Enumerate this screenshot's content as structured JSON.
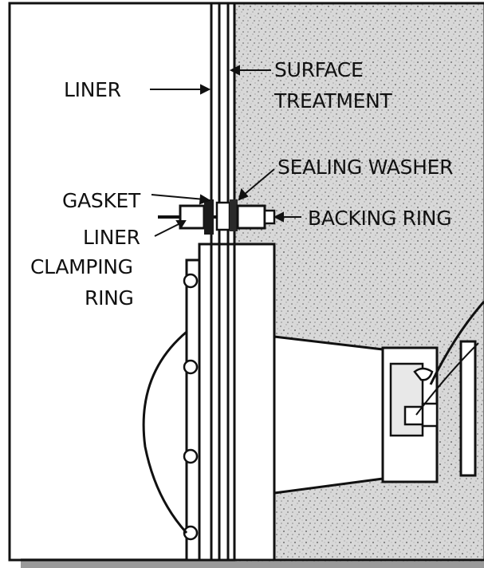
{
  "diagram": {
    "labels": {
      "liner": "LINER",
      "surface_treatment_line1": "SURFACE",
      "surface_treatment_line2": "TREATMENT",
      "sealing_washer": "SEALING WASHER",
      "gasket": "GASKET",
      "backing_ring": "BACKING RING",
      "liner_clamping_ring_line1": "LINER",
      "liner_clamping_ring_line2": "CLAMPING",
      "liner_clamping_ring_line3": "RING"
    },
    "colors": {
      "concrete": "#d6d6d6",
      "ink": "#111111",
      "paper": "#ffffff",
      "shadow": "#9a9a9a"
    }
  }
}
